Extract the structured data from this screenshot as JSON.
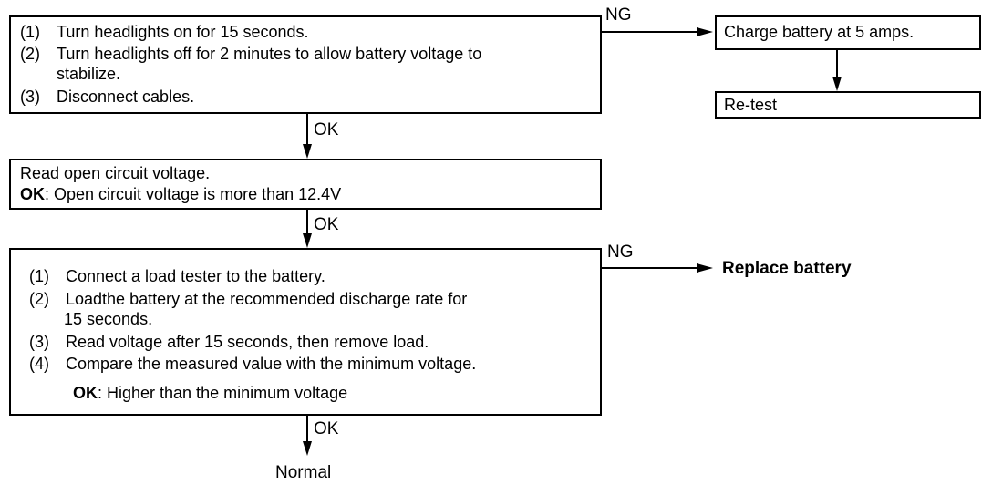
{
  "box1": {
    "steps": [
      {
        "num": "(1)",
        "lines": [
          "Turn headlights on for 15 seconds."
        ]
      },
      {
        "num": "(2)",
        "lines": [
          "Turn headlights off for 2 minutes to allow battery voltage to",
          "stabilize."
        ]
      },
      {
        "num": "(3)",
        "lines": [
          "Disconnect cables."
        ]
      }
    ]
  },
  "box_charge": {
    "text": "Charge battery at 5 amps."
  },
  "box_retest": {
    "text": "Re-test"
  },
  "box2": {
    "line1": "Read open circuit voltage.",
    "ok_label": "OK",
    "ok_text": ": Open circuit voltage is more than 12.4V"
  },
  "box3": {
    "steps": [
      {
        "num": "(1)",
        "lines": [
          "Connect a load tester to the battery."
        ]
      },
      {
        "num": "(2)",
        "lines": [
          "Loadthe battery at the recommended discharge rate  for",
          "15 seconds."
        ]
      },
      {
        "num": "(3)",
        "lines": [
          "Read voltage after 15 seconds, then remove load."
        ]
      },
      {
        "num": "(4)",
        "lines": [
          "Compare the measured value with the minimum voltage."
        ]
      }
    ],
    "ok_label": "OK",
    "ok_text": ": Higher than the minimum voltage"
  },
  "labels": {
    "ng_top": "NG",
    "ok_1": "OK",
    "ok_2": "OK",
    "ng_bottom": "NG",
    "ok_3": "OK",
    "replace": "Replace battery",
    "normal": "Normal"
  }
}
